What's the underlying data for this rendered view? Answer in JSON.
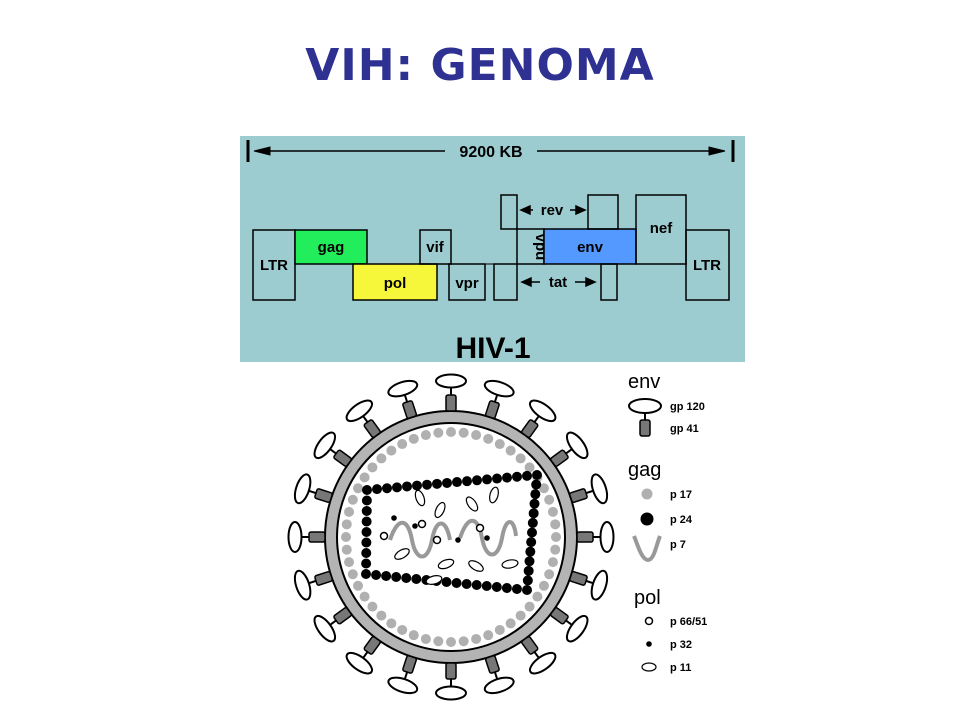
{
  "page": {
    "title": "VIH: GENOMA",
    "title_color": "#2e3192"
  },
  "genome": {
    "background": "#9cccd0",
    "length_label": "9200 KB",
    "caption": "HIV-1",
    "genes": {
      "ltr_left": "LTR",
      "gag": "gag",
      "pol": "pol",
      "vif": "vif",
      "vpr": "vpr",
      "vpu": "vpu",
      "env": "env",
      "nef": "nef",
      "ltr_right": "LTR",
      "rev": "rev",
      "tat": "tat"
    },
    "colors": {
      "gag": "#22ee5c",
      "pol": "#f6f63a",
      "env": "#5499ff"
    }
  },
  "legend": {
    "env": {
      "heading": "env",
      "items": [
        "gp 120",
        "gp 41"
      ]
    },
    "gag": {
      "heading": "gag",
      "items": [
        "p 17",
        "p 24",
        "p 7"
      ]
    },
    "pol": {
      "heading": "pol",
      "items": [
        "p 66/51",
        "p 32",
        "p 11"
      ]
    }
  }
}
